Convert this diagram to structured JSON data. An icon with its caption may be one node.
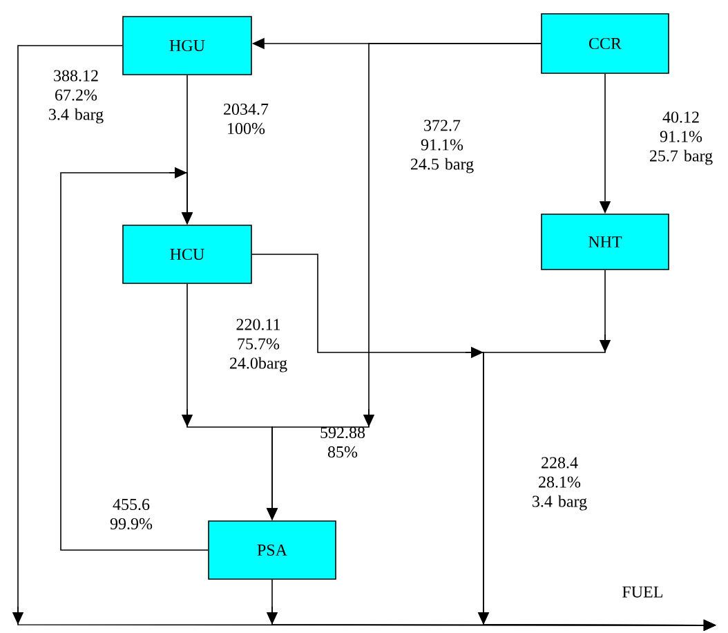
{
  "diagram": {
    "nodes": [
      {
        "text": [
          "HGU"
        ]
      },
      {
        "text": [
          "CCR"
        ]
      },
      {
        "text": [
          "HCU"
        ]
      },
      {
        "text": [
          "NHT"
        ]
      },
      {
        "text": [
          "PSA"
        ]
      },
      {
        "text": [
          "FUEL"
        ]
      }
    ],
    "edges": [
      {
        "from": 1,
        "to": 0,
        "arrow": "to"
      },
      {
        "from": 1,
        "to": 3,
        "arrow": "to",
        "label": "40.12 91.1% 25.7 barg"
      },
      {
        "from": 1,
        "to": 4,
        "arrow": "to",
        "label": "372.7 91.1% 24.5 barg"
      },
      {
        "from": 0,
        "to": 2,
        "arrow": "to",
        "label": "2034.7 100%"
      },
      {
        "from": 0,
        "to": 5,
        "arrow": "to",
        "label": "388.12 67.2% 3.4 barg"
      },
      {
        "from": 4,
        "to": 2,
        "arrow": "to",
        "label": "455.6 99.9%"
      },
      {
        "from": 2,
        "to": 4,
        "arrow": "to",
        "label": "220.11 75.7% 24.0barg"
      },
      {
        "from": 2,
        "to": 5,
        "arrow": "to"
      },
      {
        "from": 3,
        "to": 5,
        "arrow": "to"
      },
      {
        "from": 4,
        "to": 5,
        "arrow": "to"
      }
    ],
    "labels": [
      "592.88 85%",
      "228.4 28.1% 3.4 barg"
    ]
  }
}
